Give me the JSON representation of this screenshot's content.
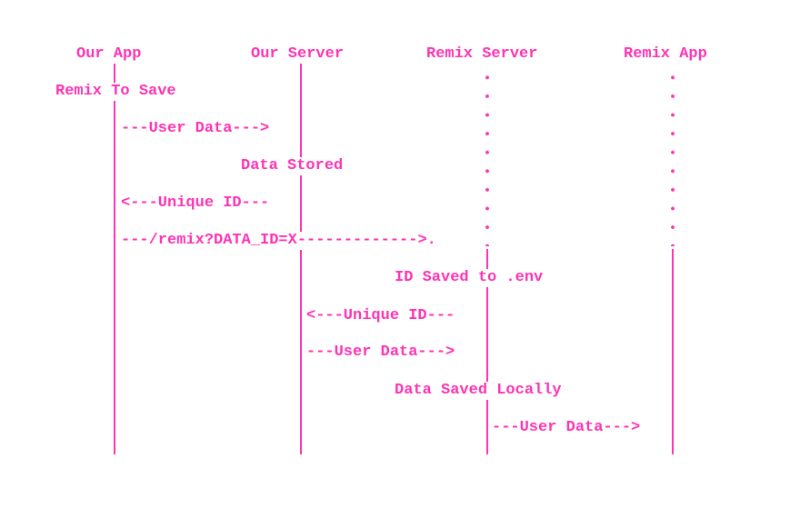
{
  "participants": {
    "our_app": "Our App",
    "our_server": "Our Server",
    "remix_server": "Remix Server",
    "remix_app": "Remix App"
  },
  "messages": {
    "m1": "Remix To Save",
    "m2": "---User Data--->",
    "m3": "Data Stored",
    "m4": "<---Unique ID---",
    "m5": "---/remix?DATA_ID=X------------->.",
    "m6": "ID Saved to .env",
    "m7": "<---Unique ID---",
    "m8": "---User Data--->",
    "m9": "Data Saved Locally",
    "m10": "---User Data--->"
  },
  "colors": {
    "ink": "#ff33b5",
    "background": "#ffffff"
  }
}
